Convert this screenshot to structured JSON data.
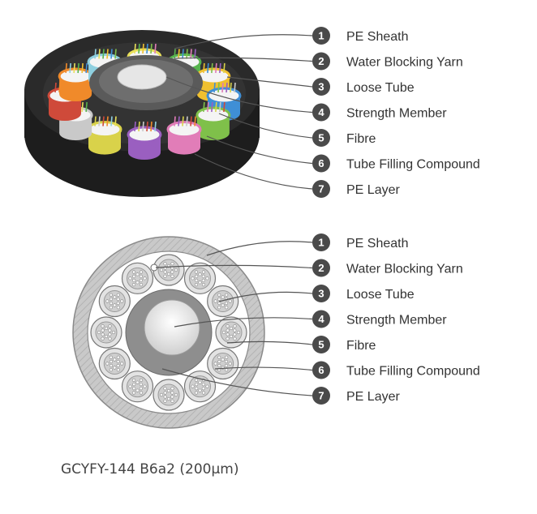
{
  "caption": "GCYFY-144 B6a2 (200µm)",
  "legend_3d": [
    {
      "num": "1",
      "label": "PE Sheath"
    },
    {
      "num": "2",
      "label": "Water Blocking Yarn"
    },
    {
      "num": "3",
      "label": "Loose Tube"
    },
    {
      "num": "4",
      "label": "Strength Member"
    },
    {
      "num": "5",
      "label": "Fibre"
    },
    {
      "num": "6",
      "label": "Tube Filling Compound"
    },
    {
      "num": "7",
      "label": "PE Layer"
    }
  ],
  "legend_cross": [
    {
      "num": "1",
      "label": "PE Sheath"
    },
    {
      "num": "2",
      "label": "Water Blocking Yarn"
    },
    {
      "num": "3",
      "label": "Loose Tube"
    },
    {
      "num": "4",
      "label": "Strength Member"
    },
    {
      "num": "5",
      "label": "Fibre"
    },
    {
      "num": "6",
      "label": "Tube Filling Compound"
    },
    {
      "num": "7",
      "label": "PE Layer"
    }
  ],
  "colors": {
    "badge": "#4a4a4a",
    "leader": "#555555",
    "tube_colors": [
      "#e9e05a",
      "#57b44e",
      "#f0c030",
      "#3f8fd6",
      "#7fc04a",
      "#e17db8",
      "#9a5fc0",
      "#d9d24a",
      "#c9c9c9",
      "#cf4a3a",
      "#f08a2a",
      "#8fd0e0"
    ]
  }
}
